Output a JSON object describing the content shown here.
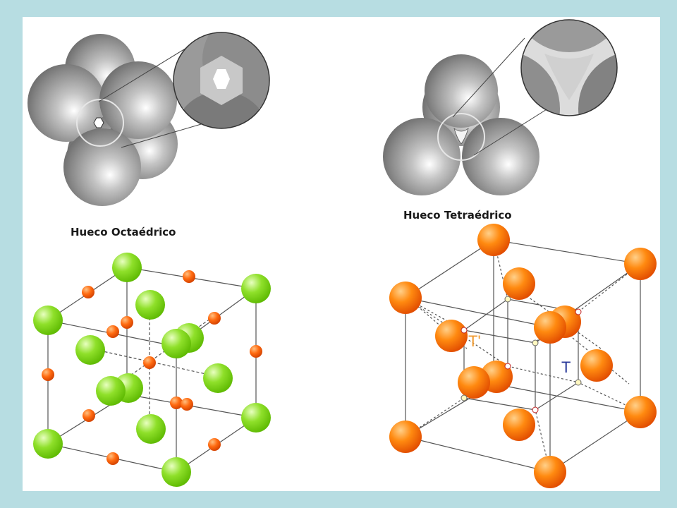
{
  "captions": {
    "octahedral": "Hueco Octaédrico",
    "tetrahedral": "Hueco Tetraédrico"
  },
  "labels": {
    "t_prime": "T'",
    "t": "T"
  },
  "colors": {
    "frame": "#b7dde2",
    "panel": "#ffffff",
    "grey_sphere": "#9a9a9a",
    "green_atom": "#8fe02a",
    "orange_atom": "#ff6a00",
    "small_orange_atom": "#ff5a10",
    "label_t_prime": "#f09a30",
    "label_t": "#2a3a9a"
  }
}
